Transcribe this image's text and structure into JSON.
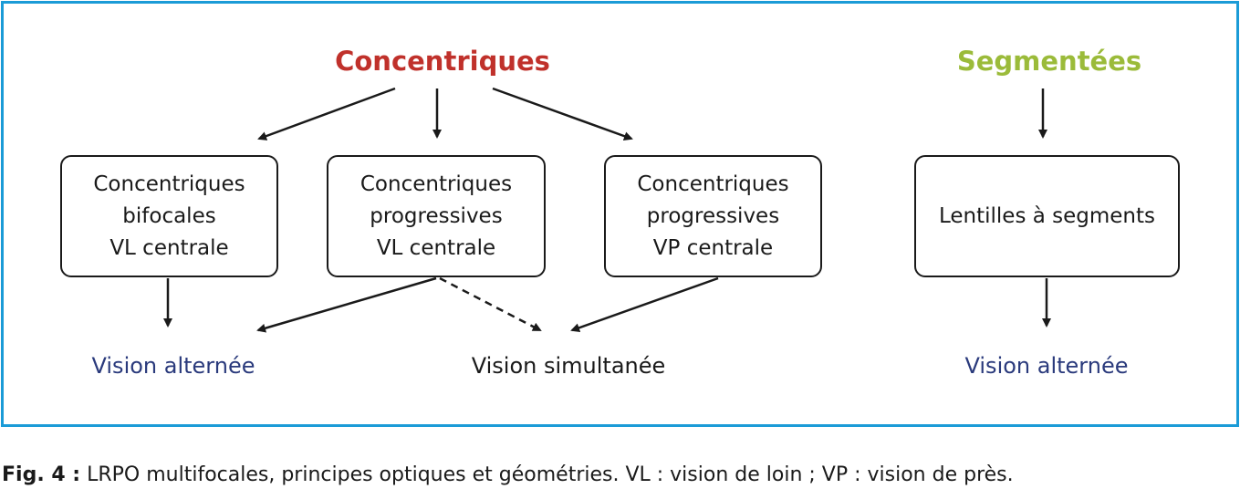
{
  "headings": {
    "concentriques": {
      "label": "Concentriques",
      "color": "#c0312b"
    },
    "segmentees": {
      "label": "Segmentées",
      "color": "#9bbb3a"
    }
  },
  "boxes": {
    "bifocales": {
      "lines": [
        "Concentriques",
        "bifocales",
        "VL centrale"
      ]
    },
    "prog_vl": {
      "lines": [
        "Concentriques",
        "progressives",
        "VL centrale"
      ]
    },
    "prog_vp": {
      "lines": [
        "Concentriques",
        "progressives",
        "VP centrale"
      ]
    },
    "segments": {
      "lines": [
        "Lentilles à segments"
      ]
    }
  },
  "outcomes": {
    "vision_alternee_left": {
      "label": "Vision alternée",
      "color": "#2a3a7c"
    },
    "vision_simultanee": {
      "label": "Vision simultanée",
      "color": "#1a1a1a"
    },
    "vision_alternee_right": {
      "label": "Vision alternée",
      "color": "#2a3a7c"
    }
  },
  "caption": {
    "prefix": "Fig. 4 :",
    "text": " LRPO multifocales, principes optiques et géométries. VL : vision de loin ; VP : vision de près."
  },
  "colors": {
    "frame": "#1b9bd7",
    "line": "#1a1a1a"
  }
}
